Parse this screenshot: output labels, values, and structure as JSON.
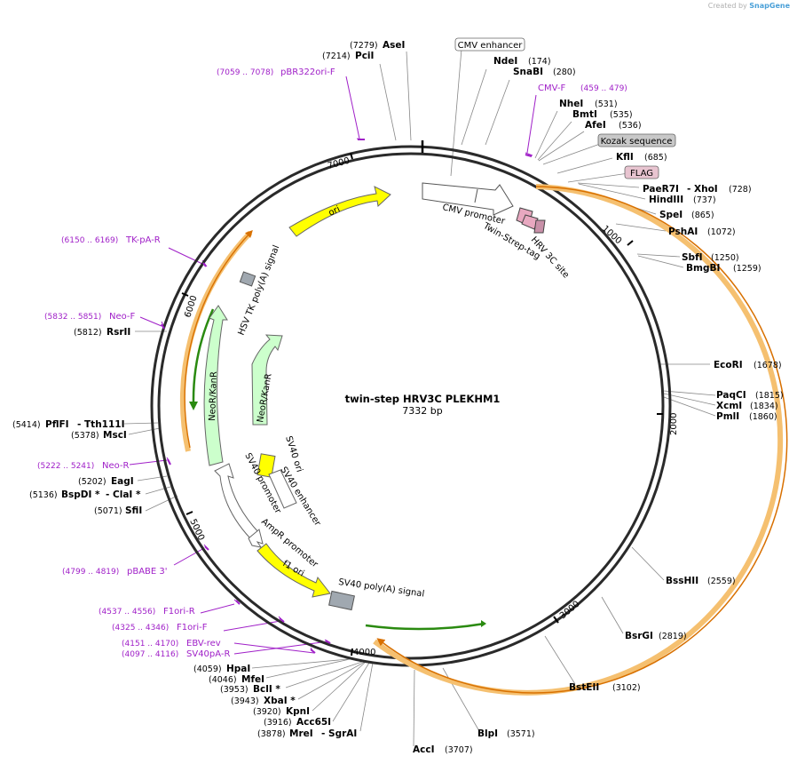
{
  "credit": {
    "prefix": "Created by",
    "brand": "SnapGene"
  },
  "plasmid": {
    "name": "twin-step HRV3C PLEKHM1",
    "size_label": "7332 bp",
    "length": 7332
  },
  "ruler_ticks": [
    "1000",
    "2000",
    "3000",
    "4000",
    "5000",
    "6000",
    "7000"
  ],
  "enzymes": [
    {
      "name": "AseI",
      "pos": "(7279)"
    },
    {
      "name": "PciI",
      "pos": "(7214)"
    },
    {
      "name": "NdeI",
      "pos": "(174)"
    },
    {
      "name": "SnaBI",
      "pos": "(280)"
    },
    {
      "name": "NheI",
      "pos": "(531)"
    },
    {
      "name": "BmtI",
      "pos": "(535)"
    },
    {
      "name": "AfeI",
      "pos": "(536)"
    },
    {
      "name": "KflI",
      "pos": "(685)"
    },
    {
      "name": "PaeR7I",
      "sep": "- XhoI",
      "pos": "(728)"
    },
    {
      "name": "HindIII",
      "pos": "(737)"
    },
    {
      "name": "SpeI",
      "pos": "(865)"
    },
    {
      "name": "PshAI",
      "pos": "(1072)"
    },
    {
      "name": "SbfI",
      "pos": "(1250)"
    },
    {
      "name": "BmgBI",
      "pos": "(1259)"
    },
    {
      "name": "EcoRI",
      "pos": "(1678)"
    },
    {
      "name": "PaqCI",
      "pos": "(1815)"
    },
    {
      "name": "XcmI",
      "pos": "(1834)"
    },
    {
      "name": "PmlI",
      "pos": "(1860)"
    },
    {
      "name": "BssHII",
      "pos": "(2559)"
    },
    {
      "name": "BsrGI",
      "pos": "(2819)"
    },
    {
      "name": "BstEII",
      "pos": "(3102)"
    },
    {
      "name": "BlpI",
      "pos": "(3571)"
    },
    {
      "name": "AccI",
      "pos": "(3707)"
    },
    {
      "name": "MreI",
      "sep": "- SgrAI",
      "pos": "(3878)"
    },
    {
      "name": "Acc65I",
      "pos": "(3916)"
    },
    {
      "name": "KpnI",
      "pos": "(3920)"
    },
    {
      "name": "XbaI *",
      "pos": "(3943)"
    },
    {
      "name": "BclI *",
      "pos": "(3953)"
    },
    {
      "name": "MfeI",
      "pos": "(4046)"
    },
    {
      "name": "HpaI",
      "pos": "(4059)"
    },
    {
      "name": "SfiI",
      "pos": "(5071)"
    },
    {
      "name": "BspDI *",
      "sep": "- ClaI *",
      "pos": "(5136)"
    },
    {
      "name": "EagI",
      "pos": "(5202)"
    },
    {
      "name": "MscI",
      "pos": "(5378)"
    },
    {
      "name": "PflFI",
      "sep": "- Tth111I",
      "pos": "(5414)"
    },
    {
      "name": "RsrII",
      "pos": "(5812)"
    }
  ],
  "primers": [
    {
      "name": "pBR322ori-F",
      "range": "(7059 .. 7078)"
    },
    {
      "name": "CMV-F",
      "range": "(459 .. 479)"
    },
    {
      "name": "TK-pA-R",
      "range": "(6150 .. 6169)"
    },
    {
      "name": "Neo-F",
      "range": "(5832 .. 5851)"
    },
    {
      "name": "Neo-R",
      "range": "(5222 .. 5241)"
    },
    {
      "name": "pBABE 3'",
      "range": "(4799 .. 4819)"
    },
    {
      "name": "F1ori-R",
      "range": "(4537 .. 4556)"
    },
    {
      "name": "F1ori-F",
      "range": "(4325 .. 4346)"
    },
    {
      "name": "EBV-rev",
      "range": "(4151 .. 4170)"
    },
    {
      "name": "SV40pA-R",
      "range": "(4097 .. 4116)"
    }
  ],
  "boxed_features": [
    {
      "name": "CMV enhancer",
      "fill": "#ffffff"
    },
    {
      "name": "Kozak sequence",
      "fill": "#c8c8c8"
    },
    {
      "name": "FLAG",
      "fill": "#e8c4d0"
    }
  ],
  "features": {
    "cmv_promoter": "CMV promoter",
    "twin_strep": "Twin-Strep-tag",
    "hrv3c": "HRV 3C site",
    "ori": "ori",
    "hsv_tk_polya": "HSV TK poly(A) signal",
    "neokan_outer": "NeoR/KanR",
    "neokan_inner": "NeoR/KanR",
    "sv40_ori": "SV40 ori",
    "sv40_enhancer": "SV40 enhancer",
    "sv40_promoter": "SV40 promoter",
    "ampr_promoter": "AmpR promoter",
    "f1_ori": "f1 ori",
    "sv40_polya": "SV40 poly(A) signal"
  },
  "colors": {
    "backbone": "#2a2a2a",
    "primer": "#a020c8",
    "orf_orange": "#f5c070",
    "orf_arrow": "#d87000",
    "ori_yellow": "#ffff00",
    "neo_green": "#ccffcc",
    "green_arrow": "#2a8a10",
    "promoter_white": "#ffffff",
    "polya_grey": "#a0a8b0"
  }
}
